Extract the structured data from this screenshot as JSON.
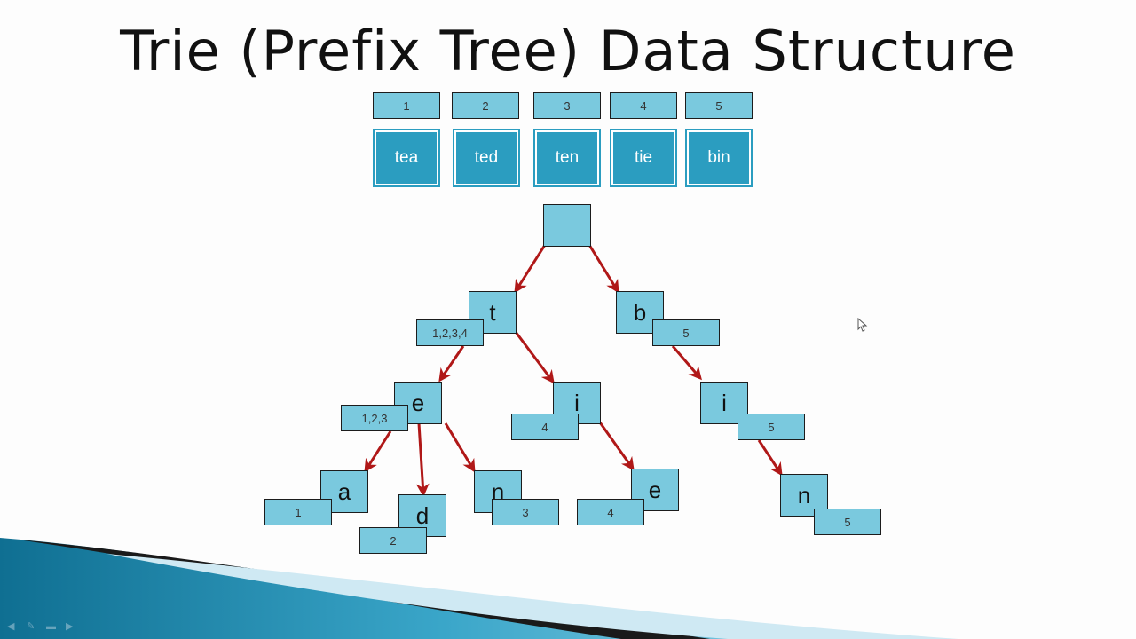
{
  "slide": {
    "title": "Trie (Prefix Tree) Data Structure"
  },
  "words": [
    {
      "index": "1",
      "word": "tea"
    },
    {
      "index": "2",
      "word": "ted"
    },
    {
      "index": "3",
      "word": "ten"
    },
    {
      "index": "4",
      "word": "tie"
    },
    {
      "index": "5",
      "word": "bin"
    }
  ],
  "trie": {
    "root": {
      "char": ""
    },
    "t": {
      "char": "t",
      "ids": "1,2,3,4"
    },
    "b": {
      "char": "b",
      "ids": "5"
    },
    "te": {
      "char": "e",
      "ids": "1,2,3"
    },
    "ti": {
      "char": "i",
      "ids": "4"
    },
    "bi": {
      "char": "i",
      "ids": "5"
    },
    "tea": {
      "char": "a",
      "ids": "1"
    },
    "ted": {
      "char": "d",
      "ids": "2"
    },
    "ten": {
      "char": "n",
      "ids": "3"
    },
    "tie": {
      "char": "e",
      "ids": "4"
    },
    "bin": {
      "char": "n",
      "ids": "5"
    }
  },
  "colors": {
    "node_fill": "#7ac9de",
    "word_fill": "#2b9dc0",
    "edge": "#b01818",
    "footer_teal": "#1b7fa3"
  },
  "icons": [
    "previous-icon",
    "pen-icon",
    "menu-icon",
    "next-icon",
    "cursor-icon"
  ]
}
